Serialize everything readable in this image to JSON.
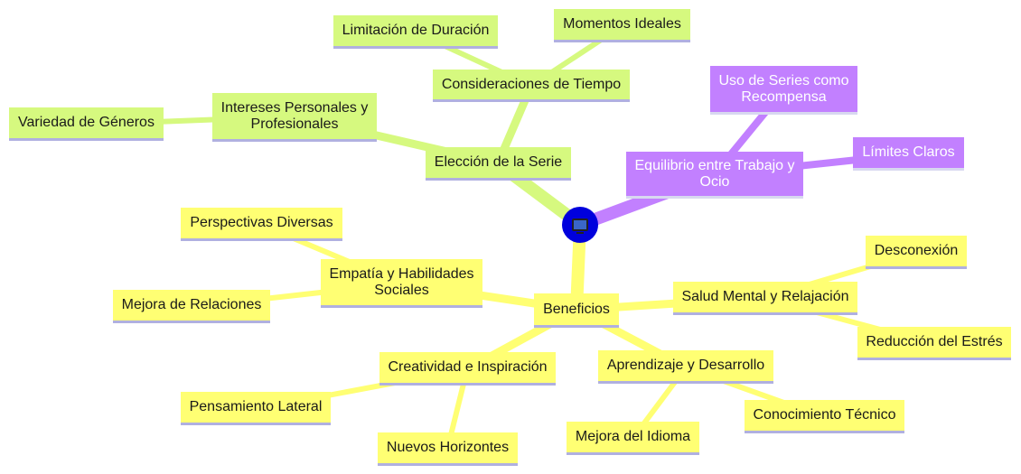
{
  "root": {
    "icon": "tv-icon"
  },
  "colors": {
    "green": "#d6f97f",
    "yellow": "#ffff73",
    "purple": "#c280ff",
    "root": "#0000dd"
  },
  "nodes": {
    "eleccion": "Elección de la Serie",
    "consideraciones": "Consideraciones de Tiempo",
    "limitacion": "Limitación de Duración",
    "momentos": "Momentos Ideales",
    "intereses": "Intereses Personales y Profesionales",
    "variedad": "Variedad de Géneros",
    "equilibrio": "Equilibrio entre Trabajo y Ocio",
    "uso_series": "Uso de Series como Recompensa",
    "limites": "Límites Claros",
    "beneficios": "Beneficios",
    "empatia": "Empatía y Habilidades Sociales",
    "perspectivas": "Perspectivas Diversas",
    "mejora_relaciones": "Mejora de Relaciones",
    "salud": "Salud Mental y Relajación",
    "desconexion": "Desconexión",
    "reduccion": "Reducción del Estrés",
    "creatividad": "Creatividad e Inspiración",
    "pensamiento": "Pensamiento Lateral",
    "horizontes": "Nuevos Horizontes",
    "aprendizaje": "Aprendizaje y Desarrollo",
    "idioma": "Mejora del Idioma",
    "conocimiento": "Conocimiento Técnico"
  }
}
